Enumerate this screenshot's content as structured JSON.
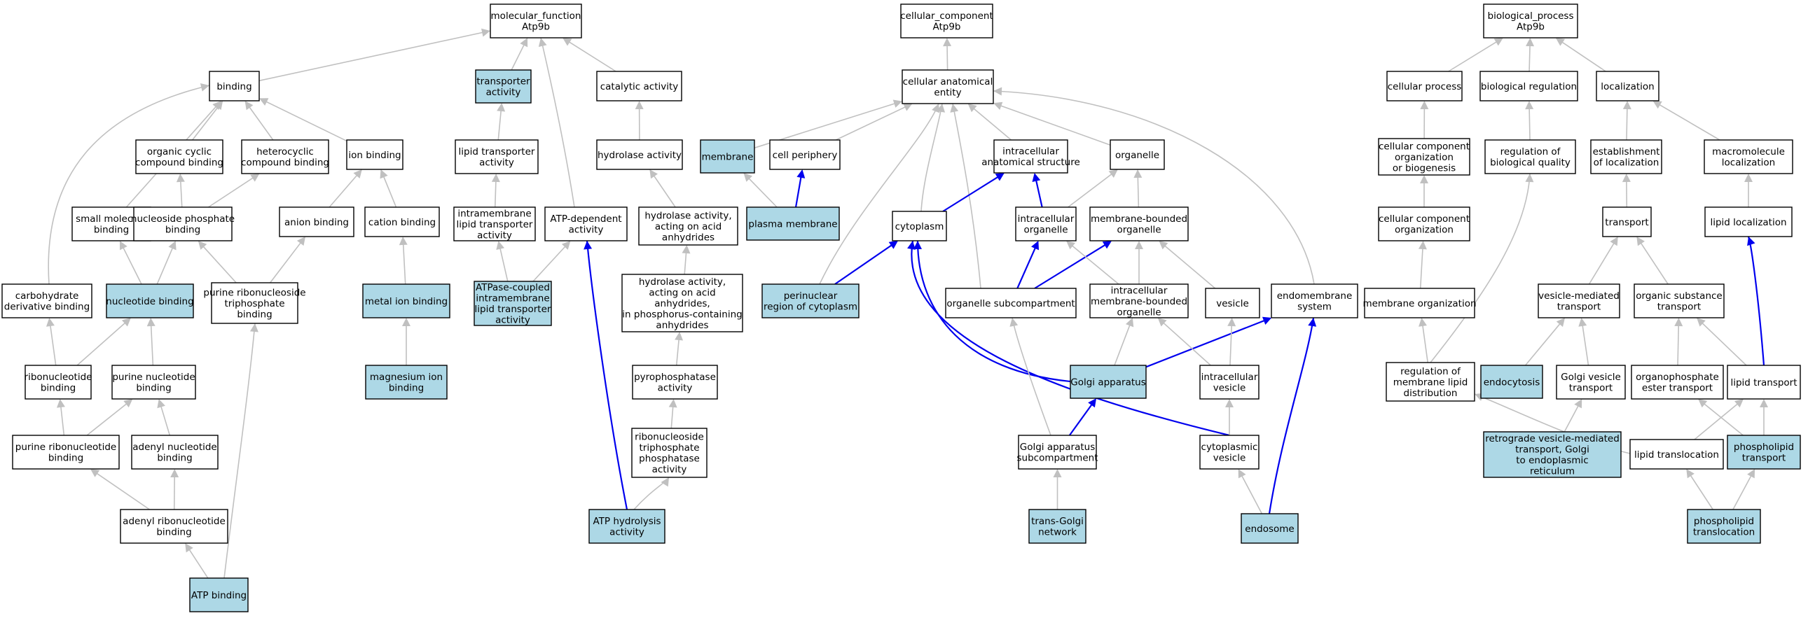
{
  "colors": {
    "highlight": "#add8e6",
    "plain": "#ffffff",
    "edge_default": "#c0c0c0",
    "edge_path": "#0000ee"
  },
  "nodes": [
    {
      "id": "mf",
      "lines": [
        "molecular_function",
        "Atp9b"
      ],
      "highlight": false
    },
    {
      "id": "cc",
      "lines": [
        "cellular_component",
        "Atp9b"
      ],
      "highlight": false
    },
    {
      "id": "bp",
      "lines": [
        "biological_process",
        "Atp9b"
      ],
      "highlight": false
    },
    {
      "id": "binding",
      "lines": [
        "binding"
      ],
      "highlight": false
    },
    {
      "id": "transporter",
      "lines": [
        "transporter",
        "activity"
      ],
      "highlight": true
    },
    {
      "id": "catalytic",
      "lines": [
        "catalytic activity"
      ],
      "highlight": false
    },
    {
      "id": "cae",
      "lines": [
        "cellular anatomical",
        "entity"
      ],
      "highlight": false
    },
    {
      "id": "cellproc",
      "lines": [
        "cellular process"
      ],
      "highlight": false
    },
    {
      "id": "bioreg",
      "lines": [
        "biological regulation"
      ],
      "highlight": false
    },
    {
      "id": "localization",
      "lines": [
        "localization"
      ],
      "highlight": false
    },
    {
      "id": "orgcyclic",
      "lines": [
        "organic cyclic",
        "compound binding"
      ],
      "highlight": false
    },
    {
      "id": "heterocyclic",
      "lines": [
        "heterocyclic",
        "compound binding"
      ],
      "highlight": false
    },
    {
      "id": "ionbinding",
      "lines": [
        "ion binding"
      ],
      "highlight": false
    },
    {
      "id": "lipidtransporter",
      "lines": [
        "lipid transporter",
        "activity"
      ],
      "highlight": false
    },
    {
      "id": "hydrolase",
      "lines": [
        "hydrolase activity"
      ],
      "highlight": false
    },
    {
      "id": "membrane",
      "lines": [
        "membrane"
      ],
      "highlight": true
    },
    {
      "id": "cellperiphery",
      "lines": [
        "cell periphery"
      ],
      "highlight": false
    },
    {
      "id": "ias",
      "lines": [
        "intracellular",
        "anatomical structure"
      ],
      "highlight": false
    },
    {
      "id": "organelle",
      "lines": [
        "organelle"
      ],
      "highlight": false
    },
    {
      "id": "ccob",
      "lines": [
        "cellular component",
        "organization",
        "or biogenesis"
      ],
      "highlight": false
    },
    {
      "id": "regbioqual",
      "lines": [
        "regulation of",
        "biological quality"
      ],
      "highlight": false
    },
    {
      "id": "estlocal",
      "lines": [
        "establishment",
        "of localization"
      ],
      "highlight": false
    },
    {
      "id": "macrolocal",
      "lines": [
        "macromolecule",
        "localization"
      ],
      "highlight": false
    },
    {
      "id": "smallmol",
      "lines": [
        "small molecule",
        "binding"
      ],
      "highlight": false
    },
    {
      "id": "nucphos",
      "lines": [
        "nucleoside phosphate",
        "binding"
      ],
      "highlight": false
    },
    {
      "id": "anion",
      "lines": [
        "anion binding"
      ],
      "highlight": false
    },
    {
      "id": "cation",
      "lines": [
        "cation binding"
      ],
      "highlight": false
    },
    {
      "id": "intramembrane",
      "lines": [
        "intramembrane",
        "lipid transporter",
        "activity"
      ],
      "highlight": false
    },
    {
      "id": "atpdep",
      "lines": [
        "ATP-dependent",
        "activity"
      ],
      "highlight": false
    },
    {
      "id": "hydacid",
      "lines": [
        "hydrolase activity,",
        "acting on acid",
        "anhydrides"
      ],
      "highlight": false
    },
    {
      "id": "plasmamem",
      "lines": [
        "plasma membrane"
      ],
      "highlight": true
    },
    {
      "id": "cytoplasm",
      "lines": [
        "cytoplasm"
      ],
      "highlight": false
    },
    {
      "id": "intorg",
      "lines": [
        "intracellular",
        "organelle"
      ],
      "highlight": false
    },
    {
      "id": "mbo",
      "lines": [
        "membrane-bounded",
        "organelle"
      ],
      "highlight": false
    },
    {
      "id": "cco",
      "lines": [
        "cellular component",
        "organization"
      ],
      "highlight": false
    },
    {
      "id": "transport",
      "lines": [
        "transport"
      ],
      "highlight": false
    },
    {
      "id": "lipidlocal",
      "lines": [
        "lipid localization"
      ],
      "highlight": false
    },
    {
      "id": "carbo",
      "lines": [
        "carbohydrate",
        "derivative binding"
      ],
      "highlight": false
    },
    {
      "id": "nucleotide",
      "lines": [
        "nucleotide binding"
      ],
      "highlight": true
    },
    {
      "id": "purribtri",
      "lines": [
        "purine ribonucleoside",
        "triphosphate",
        "binding"
      ],
      "highlight": false
    },
    {
      "id": "metalion",
      "lines": [
        "metal ion binding"
      ],
      "highlight": true
    },
    {
      "id": "atpase",
      "lines": [
        "ATPase-coupled",
        "intramembrane",
        "lipid transporter",
        "activity"
      ],
      "highlight": true
    },
    {
      "id": "hydphos",
      "lines": [
        "hydrolase activity,",
        "acting on acid",
        "anhydrides,",
        "in phosphorus-containing",
        "anhydrides"
      ],
      "highlight": false
    },
    {
      "id": "perinuclear",
      "lines": [
        "perinuclear",
        "region of cytoplasm"
      ],
      "highlight": true
    },
    {
      "id": "orgsub",
      "lines": [
        "organelle subcompartment"
      ],
      "highlight": false
    },
    {
      "id": "imbo",
      "lines": [
        "intracellular",
        "membrane-bounded",
        "organelle"
      ],
      "highlight": false
    },
    {
      "id": "vesicle",
      "lines": [
        "vesicle"
      ],
      "highlight": false
    },
    {
      "id": "endomem",
      "lines": [
        "endomembrane",
        "system"
      ],
      "highlight": false
    },
    {
      "id": "memorg",
      "lines": [
        "membrane organization"
      ],
      "highlight": false
    },
    {
      "id": "vesmed",
      "lines": [
        "vesicle-mediated",
        "transport"
      ],
      "highlight": false
    },
    {
      "id": "orgsubst",
      "lines": [
        "organic substance",
        "transport"
      ],
      "highlight": false
    },
    {
      "id": "ribonuc",
      "lines": [
        "ribonucleotide",
        "binding"
      ],
      "highlight": false
    },
    {
      "id": "purnuc",
      "lines": [
        "purine nucleotide",
        "binding"
      ],
      "highlight": false
    },
    {
      "id": "magnesium",
      "lines": [
        "magnesium ion",
        "binding"
      ],
      "highlight": true
    },
    {
      "id": "pyrophos",
      "lines": [
        "pyrophosphatase",
        "activity"
      ],
      "highlight": false
    },
    {
      "id": "golgi",
      "lines": [
        "Golgi apparatus"
      ],
      "highlight": true
    },
    {
      "id": "intves",
      "lines": [
        "intracellular",
        "vesicle"
      ],
      "highlight": false
    },
    {
      "id": "regmem",
      "lines": [
        "regulation of",
        "membrane lipid",
        "distribution"
      ],
      "highlight": false
    },
    {
      "id": "endocytosis",
      "lines": [
        "endocytosis"
      ],
      "highlight": true
    },
    {
      "id": "golgives",
      "lines": [
        "Golgi vesicle",
        "transport"
      ],
      "highlight": false
    },
    {
      "id": "organophos",
      "lines": [
        "organophosphate",
        "ester transport"
      ],
      "highlight": false
    },
    {
      "id": "lipidtransport",
      "lines": [
        "lipid transport"
      ],
      "highlight": false
    },
    {
      "id": "purribonuc",
      "lines": [
        "purine ribonucleotide",
        "binding"
      ],
      "highlight": false
    },
    {
      "id": "adenylnuc",
      "lines": [
        "adenyl nucleotide",
        "binding"
      ],
      "highlight": false
    },
    {
      "id": "ribotri",
      "lines": [
        "ribonucleoside",
        "triphosphate",
        "phosphatase",
        "activity"
      ],
      "highlight": false
    },
    {
      "id": "golgisub",
      "lines": [
        "Golgi apparatus",
        "subcompartment"
      ],
      "highlight": false
    },
    {
      "id": "cytoves",
      "lines": [
        "cytoplasmic",
        "vesicle"
      ],
      "highlight": false
    },
    {
      "id": "retro",
      "lines": [
        "retrograde vesicle-mediated",
        "transport, Golgi",
        "to endoplasmic",
        "reticulum"
      ],
      "highlight": true
    },
    {
      "id": "lipidtransloc",
      "lines": [
        "lipid translocation"
      ],
      "highlight": false
    },
    {
      "id": "phostransport",
      "lines": [
        "phospholipid",
        "transport"
      ],
      "highlight": true
    },
    {
      "id": "adenylribo",
      "lines": [
        "adenyl ribonucleotide",
        "binding"
      ],
      "highlight": false
    },
    {
      "id": "atphydro",
      "lines": [
        "ATP hydrolysis",
        "activity"
      ],
      "highlight": true
    },
    {
      "id": "transgolgi",
      "lines": [
        "trans-Golgi",
        "network"
      ],
      "highlight": true
    },
    {
      "id": "endosome",
      "lines": [
        "endosome"
      ],
      "highlight": true
    },
    {
      "id": "phostransloc",
      "lines": [
        "phospholipid",
        "translocation"
      ],
      "highlight": true
    },
    {
      "id": "atpbinding",
      "lines": [
        "ATP binding"
      ],
      "highlight": true
    }
  ],
  "edges": [
    {
      "from": "binding",
      "to": "mf",
      "kind": "gray"
    },
    {
      "from": "transporter",
      "to": "mf",
      "kind": "gray"
    },
    {
      "from": "catalytic",
      "to": "mf",
      "kind": "gray"
    },
    {
      "from": "atpdep",
      "to": "mf",
      "kind": "gray"
    },
    {
      "from": "orgcyclic",
      "to": "binding",
      "kind": "gray"
    },
    {
      "from": "heterocyclic",
      "to": "binding",
      "kind": "gray"
    },
    {
      "from": "ionbinding",
      "to": "binding",
      "kind": "gray"
    },
    {
      "from": "smallmol",
      "to": "binding",
      "kind": "gray"
    },
    {
      "from": "carbo",
      "to": "binding",
      "kind": "gray"
    },
    {
      "from": "nucphos",
      "to": "orgcyclic",
      "kind": "gray"
    },
    {
      "from": "nucphos",
      "to": "heterocyclic",
      "kind": "gray"
    },
    {
      "from": "anion",
      "to": "ionbinding",
      "kind": "gray"
    },
    {
      "from": "cation",
      "to": "ionbinding",
      "kind": "gray"
    },
    {
      "from": "nucleotide",
      "to": "smallmol",
      "kind": "gray"
    },
    {
      "from": "nucleotide",
      "to": "nucphos",
      "kind": "gray"
    },
    {
      "from": "purribtri",
      "to": "nucphos",
      "kind": "gray"
    },
    {
      "from": "purribtri",
      "to": "anion",
      "kind": "gray"
    },
    {
      "from": "metalion",
      "to": "cation",
      "kind": "gray"
    },
    {
      "from": "magnesium",
      "to": "metalion",
      "kind": "gray"
    },
    {
      "from": "ribonuc",
      "to": "carbo",
      "kind": "gray"
    },
    {
      "from": "ribonuc",
      "to": "nucleotide",
      "kind": "gray"
    },
    {
      "from": "purnuc",
      "to": "nucleotide",
      "kind": "gray"
    },
    {
      "from": "purribonuc",
      "to": "ribonuc",
      "kind": "gray"
    },
    {
      "from": "purribonuc",
      "to": "purnuc",
      "kind": "gray"
    },
    {
      "from": "adenylnuc",
      "to": "purnuc",
      "kind": "gray"
    },
    {
      "from": "adenylribo",
      "to": "purribonuc",
      "kind": "gray"
    },
    {
      "from": "adenylribo",
      "to": "adenylnuc",
      "kind": "gray"
    },
    {
      "from": "atpbinding",
      "to": "adenylribo",
      "kind": "gray"
    },
    {
      "from": "atpbinding",
      "to": "purribtri",
      "kind": "gray"
    },
    {
      "from": "lipidtransporter",
      "to": "transporter",
      "kind": "gray"
    },
    {
      "from": "intramembrane",
      "to": "lipidtransporter",
      "kind": "gray"
    },
    {
      "from": "atpase",
      "to": "intramembrane",
      "kind": "gray"
    },
    {
      "from": "atpase",
      "to": "atpdep",
      "kind": "gray"
    },
    {
      "from": "atphydro",
      "to": "atpdep",
      "kind": "blue"
    },
    {
      "from": "hydrolase",
      "to": "catalytic",
      "kind": "gray"
    },
    {
      "from": "hydacid",
      "to": "hydrolase",
      "kind": "gray"
    },
    {
      "from": "hydphos",
      "to": "hydacid",
      "kind": "gray"
    },
    {
      "from": "pyrophos",
      "to": "hydphos",
      "kind": "gray"
    },
    {
      "from": "ribotri",
      "to": "pyrophos",
      "kind": "gray"
    },
    {
      "from": "atphydro",
      "to": "ribotri",
      "kind": "gray"
    },
    {
      "from": "cae",
      "to": "cc",
      "kind": "gray"
    },
    {
      "from": "membrane",
      "to": "cae",
      "kind": "gray"
    },
    {
      "from": "cellperiphery",
      "to": "cae",
      "kind": "gray"
    },
    {
      "from": "ias",
      "to": "cae",
      "kind": "gray"
    },
    {
      "from": "organelle",
      "to": "cae",
      "kind": "gray"
    },
    {
      "from": "cytoplasm",
      "to": "cae",
      "kind": "gray"
    },
    {
      "from": "perinuclear",
      "to": "cae",
      "kind": "gray"
    },
    {
      "from": "orgsub",
      "to": "cae",
      "kind": "gray"
    },
    {
      "from": "endomem",
      "to": "cae",
      "kind": "gray"
    },
    {
      "from": "plasmamem",
      "to": "membrane",
      "kind": "gray"
    },
    {
      "from": "plasmamem",
      "to": "cellperiphery",
      "kind": "blue"
    },
    {
      "from": "cytoplasm",
      "to": "ias",
      "kind": "blue"
    },
    {
      "from": "intorg",
      "to": "ias",
      "kind": "blue"
    },
    {
      "from": "intorg",
      "to": "organelle",
      "kind": "gray"
    },
    {
      "from": "mbo",
      "to": "organelle",
      "kind": "gray"
    },
    {
      "from": "perinuclear",
      "to": "cytoplasm",
      "kind": "blue"
    },
    {
      "from": "golgi",
      "to": "cytoplasm",
      "kind": "blue"
    },
    {
      "from": "cytoves",
      "to": "cytoplasm",
      "kind": "blue"
    },
    {
      "from": "orgsub",
      "to": "intorg",
      "kind": "blue"
    },
    {
      "from": "orgsub",
      "to": "mbo",
      "kind": "blue"
    },
    {
      "from": "imbo",
      "to": "intorg",
      "kind": "gray"
    },
    {
      "from": "imbo",
      "to": "mbo",
      "kind": "gray"
    },
    {
      "from": "vesicle",
      "to": "mbo",
      "kind": "gray"
    },
    {
      "from": "golgi",
      "to": "imbo",
      "kind": "gray"
    },
    {
      "from": "golgi",
      "to": "endomem",
      "kind": "blue"
    },
    {
      "from": "intves",
      "to": "imbo",
      "kind": "gray"
    },
    {
      "from": "intves",
      "to": "vesicle",
      "kind": "gray"
    },
    {
      "from": "golgisub",
      "to": "orgsub",
      "kind": "gray"
    },
    {
      "from": "golgisub",
      "to": "golgi",
      "kind": "blue"
    },
    {
      "from": "cytoves",
      "to": "intves",
      "kind": "gray"
    },
    {
      "from": "transgolgi",
      "to": "golgisub",
      "kind": "gray"
    },
    {
      "from": "endosome",
      "to": "cytoves",
      "kind": "gray"
    },
    {
      "from": "endosome",
      "to": "endomem",
      "kind": "blue"
    },
    {
      "from": "cellproc",
      "to": "bp",
      "kind": "gray"
    },
    {
      "from": "bioreg",
      "to": "bp",
      "kind": "gray"
    },
    {
      "from": "localization",
      "to": "bp",
      "kind": "gray"
    },
    {
      "from": "ccob",
      "to": "cellproc",
      "kind": "gray"
    },
    {
      "from": "cco",
      "to": "ccob",
      "kind": "gray"
    },
    {
      "from": "memorg",
      "to": "cco",
      "kind": "gray"
    },
    {
      "from": "regmem",
      "to": "memorg",
      "kind": "gray"
    },
    {
      "from": "regbioqual",
      "to": "bioreg",
      "kind": "gray"
    },
    {
      "from": "regmem",
      "to": "regbioqual",
      "kind": "gray"
    },
    {
      "from": "estlocal",
      "to": "localization",
      "kind": "gray"
    },
    {
      "from": "macrolocal",
      "to": "localization",
      "kind": "gray"
    },
    {
      "from": "transport",
      "to": "estlocal",
      "kind": "gray"
    },
    {
      "from": "lipidlocal",
      "to": "macrolocal",
      "kind": "gray"
    },
    {
      "from": "vesmed",
      "to": "transport",
      "kind": "gray"
    },
    {
      "from": "orgsubst",
      "to": "transport",
      "kind": "gray"
    },
    {
      "from": "endocytosis",
      "to": "vesmed",
      "kind": "gray"
    },
    {
      "from": "golgives",
      "to": "vesmed",
      "kind": "gray"
    },
    {
      "from": "retro",
      "to": "golgives",
      "kind": "gray"
    },
    {
      "from": "organophos",
      "to": "orgsubst",
      "kind": "gray"
    },
    {
      "from": "lipidtransport",
      "to": "orgsubst",
      "kind": "gray"
    },
    {
      "from": "lipidtransport",
      "to": "lipidlocal",
      "kind": "blue"
    },
    {
      "from": "lipidtransloc",
      "to": "regmem",
      "kind": "gray"
    },
    {
      "from": "lipidtransloc",
      "to": "lipidtransport",
      "kind": "gray"
    },
    {
      "from": "phostransport",
      "to": "organophos",
      "kind": "gray"
    },
    {
      "from": "phostransport",
      "to": "lipidtransport",
      "kind": "gray"
    },
    {
      "from": "phostransloc",
      "to": "lipidtransloc",
      "kind": "gray"
    },
    {
      "from": "phostransloc",
      "to": "phostransport",
      "kind": "gray"
    }
  ]
}
